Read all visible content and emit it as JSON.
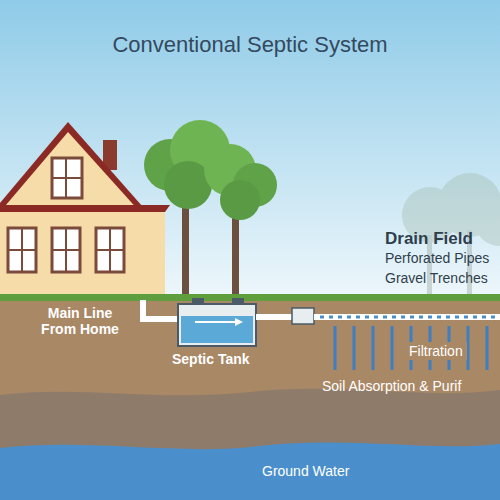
{
  "diagram": {
    "title": "Conventional Septic System",
    "labels": [
      "Main Line From Home",
      "Septic Tank",
      "Drain Field",
      "Perforated Pipes",
      "Gravel Trenches",
      "Filtration",
      "Soil Absorption & Purif",
      "Ground Water"
    ]
  }
}
